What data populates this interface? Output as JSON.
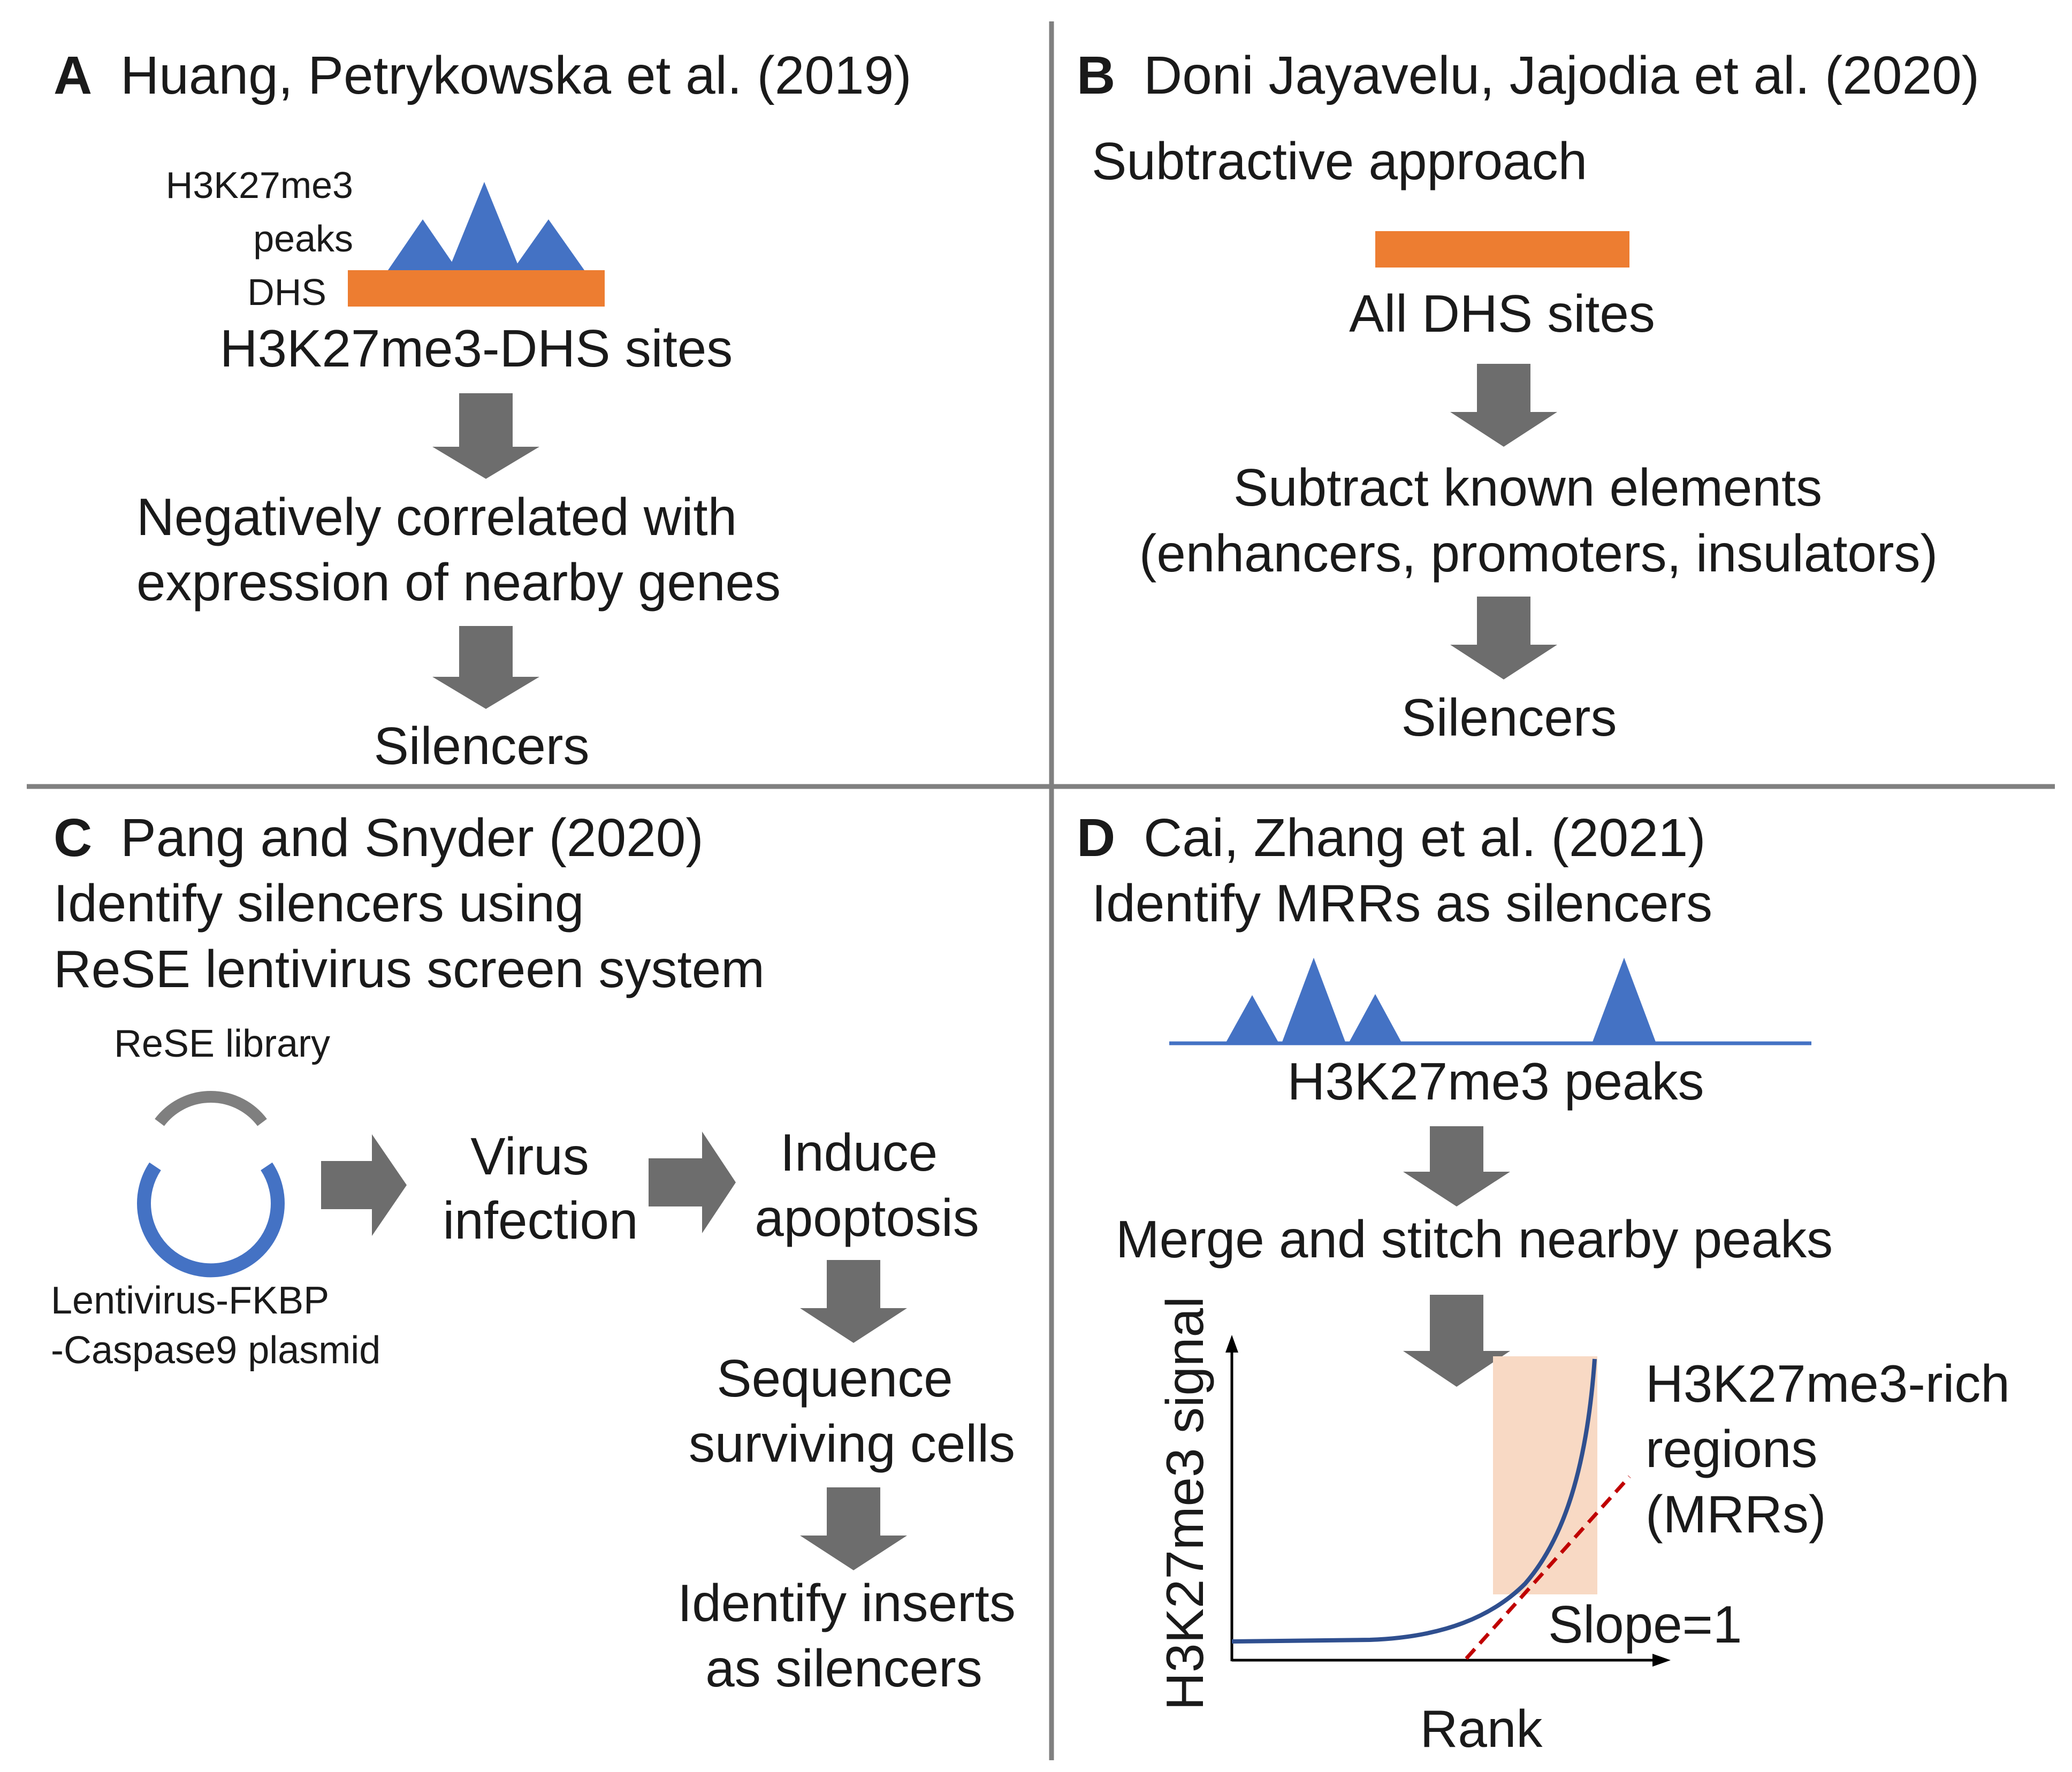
{
  "panel_a": {
    "letter": "A",
    "title": "Huang, Petrykowska et al. (2019)",
    "label_h3k27me3": "H3K27me3",
    "label_peaks": "peaks",
    "label_dhs": "DHS",
    "sites_label": "H3K27me3-DHS sites",
    "step_1_line1": "Negatively correlated with",
    "step_1_line2": "expression of nearby genes",
    "result": "Silencers"
  },
  "panel_b": {
    "letter": "B",
    "title": "Doni Jayavelu, Jajodia et al. (2020)",
    "subtitle": "Subtractive approach",
    "sites_label": "All DHS sites",
    "step_1_line1": "Subtract known elements",
    "step_1_line2": "(enhancers, promoters, insulators)",
    "result": "Silencers"
  },
  "panel_c": {
    "letter": "C",
    "title": "Pang and Snyder (2020)",
    "line_2": "Identify silencers using",
    "line_3": "ReSE lentivirus screen system",
    "library_label": "ReSE library",
    "plasmid_line1": "Lentivirus-FKBP",
    "plasmid_line2": "-Caspase9 plasmid",
    "virus_line1": "Virus",
    "virus_line2": "infection",
    "induce_line1": "Induce",
    "induce_line2": "apoptosis",
    "sequence_line1": "Sequence",
    "sequence_line2": "surviving cells",
    "identify_line1": "Identify inserts",
    "identify_line2": "as silencers"
  },
  "panel_d": {
    "letter": "D",
    "title": "Cai, Zhang et al. (2021)",
    "subtitle": "Identify MRRs as silencers",
    "peaks_label": "H3K27me3 peaks",
    "merge_label": "Merge and stitch nearby peaks",
    "y_axis_label": "H3K27me3 signal",
    "x_axis_label": "Rank",
    "region_line1": "H3K27me3-rich",
    "region_line2": "regions",
    "region_line3": "(MRRs)",
    "slope_label": "Slope=1"
  },
  "colors": {
    "peak_blue": "#4472c4",
    "dhs_orange": "#ed7d31",
    "arrow_gray": "#6d6d6d",
    "divider_gray": "#808080",
    "curve_navy": "#2f4f8f",
    "slope_red": "#c00000",
    "mrr_highlight": "#f8d9c4",
    "plasmid_top": "#7f7f7f",
    "plasmid_bottom": "#4472c4"
  }
}
